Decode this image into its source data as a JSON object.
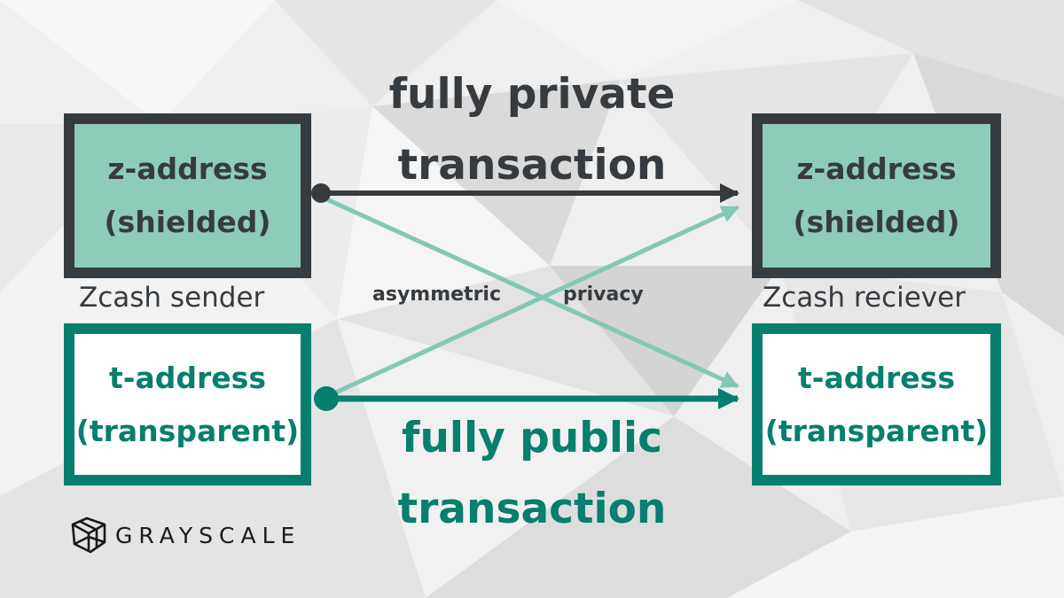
{
  "titles": {
    "private": [
      "fully private",
      "transaction"
    ],
    "public": [
      "fully public",
      "transaction"
    ]
  },
  "sender": {
    "label": "Zcash sender",
    "z_address": [
      "z-address",
      "(shielded)"
    ],
    "t_address": [
      "t-address",
      "(transparent)"
    ]
  },
  "receiver": {
    "label": "Zcash reciever",
    "z_address": [
      "z-address",
      "(shielded)"
    ],
    "t_address": [
      "t-address",
      "(transparent)"
    ]
  },
  "cross_labels": {
    "left": "asymmetric",
    "right": "privacy"
  },
  "logo": {
    "text": "GRAYSCALE"
  },
  "colors": {
    "dark": "#363b40",
    "teal": "#067f6d",
    "mint": "#8ecbb9",
    "light_arrow": "#84c7b6"
  }
}
